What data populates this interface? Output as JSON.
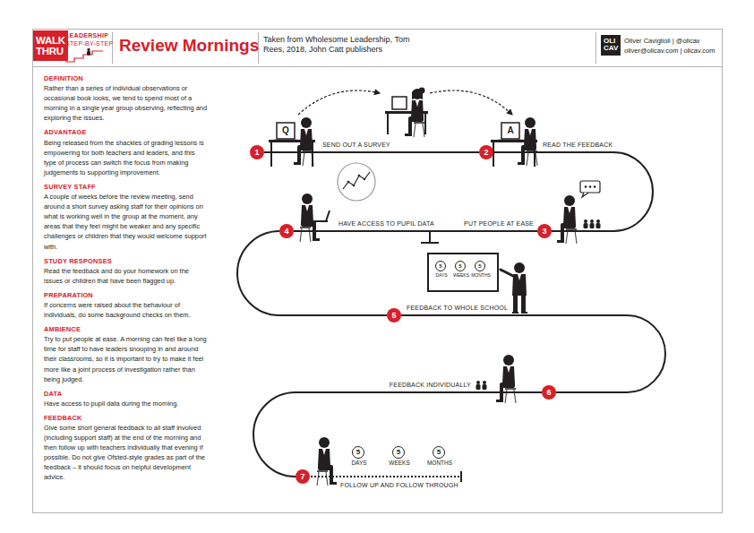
{
  "diagram": {
    "title": "Review Mornings",
    "nodes": [
      {
        "text": [
          "WALK THRU"
        ]
      },
      {
        "text": [
          "OLI CAV"
        ]
      },
      {
        "text": [
          "1",
          "SEND OUT A SURVEY"
        ]
      },
      {
        "text": [
          "2",
          "READ THE FEEDBACK"
        ]
      },
      {
        "text": [
          "3",
          "PUT PEOPLE AT EASE"
        ]
      },
      {
        "text": [
          "4",
          "HAVE ACCESS TO PUPIL DATA"
        ]
      },
      {
        "text": [
          "5",
          "FEEDBACK TO WHOLE SCHOOL"
        ]
      },
      {
        "text": [
          "6",
          "FEEDBACK INDIVIDUALLY"
        ]
      },
      {
        "text": [
          "7",
          "FOLLOW UP AND FOLLOW THROUGH"
        ]
      },
      {
        "text": [
          "5",
          "DAYS"
        ]
      },
      {
        "text": [
          "5",
          "WEEKS"
        ]
      },
      {
        "text": [
          "5",
          "MONTHS"
        ]
      },
      {
        "text": [
          "5",
          "DAYS"
        ]
      },
      {
        "text": [
          "5",
          "WEEKS"
        ]
      },
      {
        "text": [
          "5",
          "MONTHS"
        ]
      }
    ],
    "edges": [
      {
        "from": 2,
        "to": 3,
        "arrow": "none"
      },
      {
        "from": 3,
        "to": 4,
        "arrow": "none"
      },
      {
        "from": 4,
        "to": 5,
        "arrow": "none"
      },
      {
        "from": 5,
        "to": 6,
        "arrow": "none"
      },
      {
        "from": 6,
        "to": 7,
        "arrow": "none"
      },
      {
        "from": 7,
        "to": 8,
        "arrow": "none"
      }
    ],
    "labels": [
      "LEADERSHIP",
      "STEP-BY-STEP",
      "Taken from Wholesome Leadership, Tom Rees, 2018, John Catt publishers",
      "Oliver Caviglioli | @olicav",
      "oliver@olicav.com | olicav.com",
      "DEFINITION",
      "Rather than a series of individual observations or occasional book looks, we tend to spend most of a morning in a single year group observing, reflecting and exploring the issues.",
      "ADVANTAGE",
      "Being released from the shackles of grading lessons is empowering for both teachers and leaders, and this type of process can switch the focus from making judgements to supporting improvement.",
      "SURVEY STAFF",
      "A couple of weeks before the review meeting, send around a short survey asking staff for their opinions on what is working well in the group at the moment, any areas that they feel might be weaker and any specific challenges or children that they would welcome support with.",
      "STUDY RESPONSES",
      "Read the feedback and do your homework on the issues or children that have been flagged up.",
      "PREPARATION",
      "If concerns were raised about the behaviour of individuals, do some background checks on them.",
      "AMBIENCE",
      "Try to put people at ease. A morning can feel like a long time for staff to have leaders snooping in and around their classrooms, so it is important to try to make it feel more like a joint process of investigation rather than being judged.",
      "DATA",
      "Have access to pupil data during the morning.",
      "FEEDBACK",
      "Give some short general feedback to all staff involved (including support staff) at the end of the morning and then follow up with teachers individually that evening if possible. Do not give Ofsted-style grades as part of the feedback – it should focus on helpful development advice.",
      "Q",
      "A"
    ]
  }
}
